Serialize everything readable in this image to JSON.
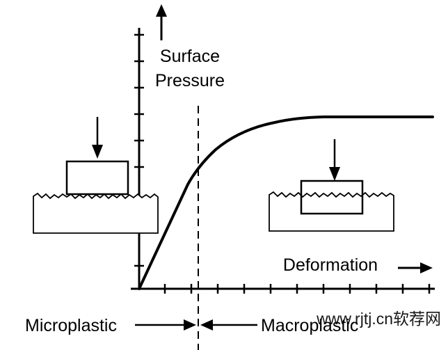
{
  "diagram": {
    "y_axis_label_line1": "Surface",
    "y_axis_label_line2": "Pressure",
    "x_axis_label": "Deformation",
    "region_left_label": "Microplastic",
    "region_right_label": "Macroplastic",
    "watermark": "www.rjtj.cn软荐网",
    "colors": {
      "ink": "#000000",
      "background": "#ffffff"
    }
  }
}
